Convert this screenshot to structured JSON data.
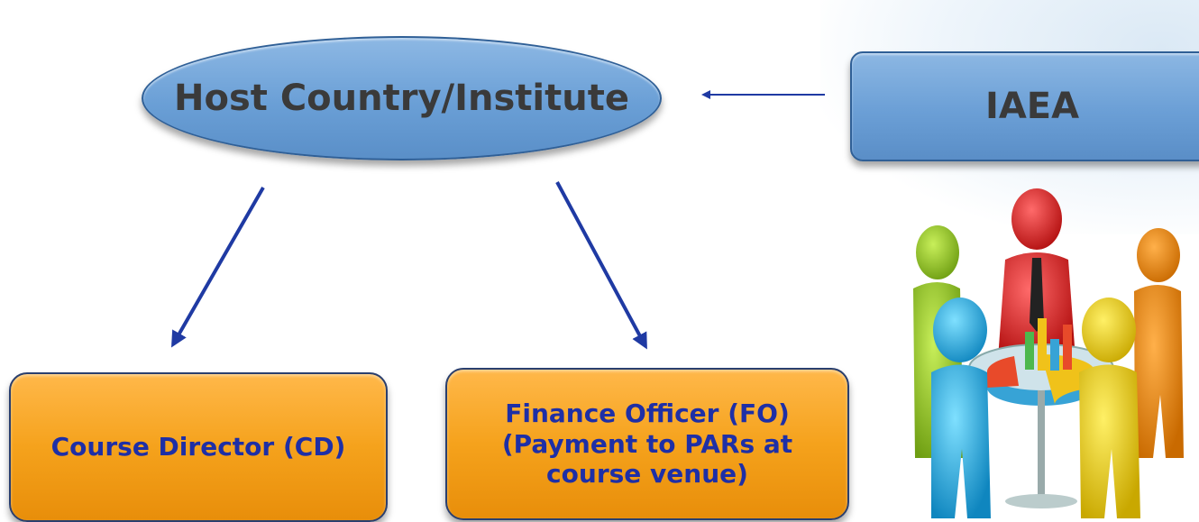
{
  "diagram": {
    "host": "Host Country/Institute",
    "iaea": "IAEA",
    "course_director": "Course Director (CD)",
    "finance_officer": {
      "line1": "Finance Officer (FO)",
      "line2": "(Payment to PARs at",
      "line3": "course venue)"
    }
  },
  "colors": {
    "blue_fill": "#6b9fd6",
    "orange_fill": "#f5a21c",
    "orange_text": "#1e2fa6",
    "arrow": "#1f3aa3"
  },
  "icons": [
    "people-around-chart-illustration"
  ]
}
